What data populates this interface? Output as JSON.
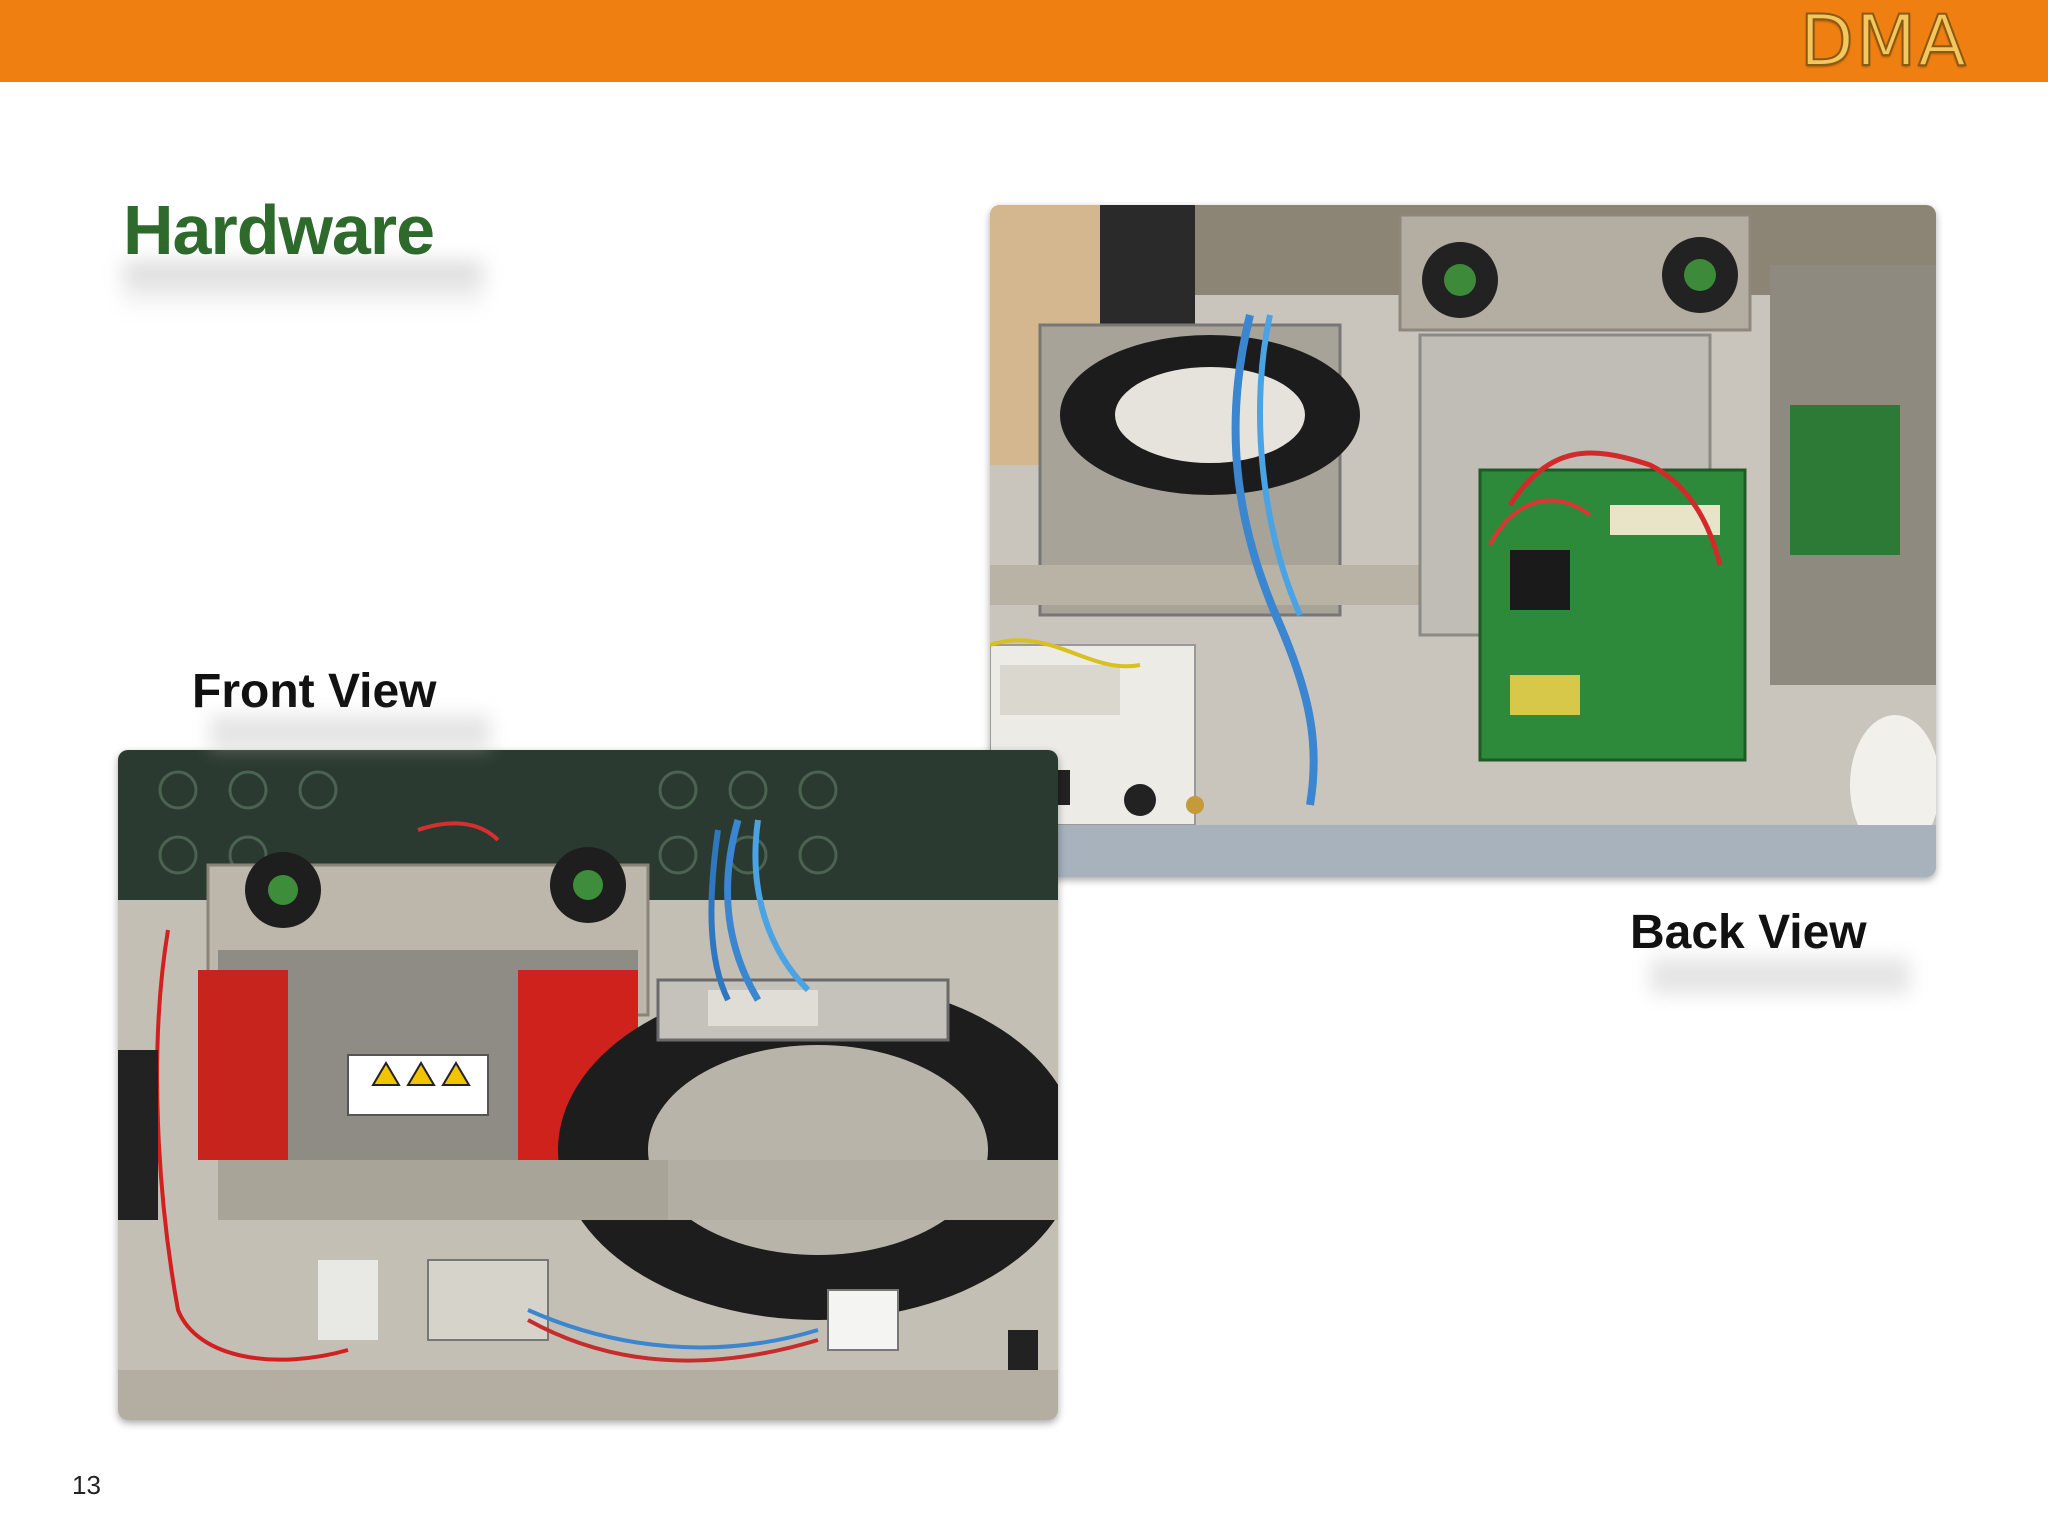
{
  "header": {
    "logo_text": "DMA",
    "bar_color": "#f07f12"
  },
  "slide": {
    "title": "Hardware",
    "title_color": "#2e6a2c",
    "front_view_label": "Front View",
    "back_view_label": "Back View",
    "page_number": "13"
  }
}
